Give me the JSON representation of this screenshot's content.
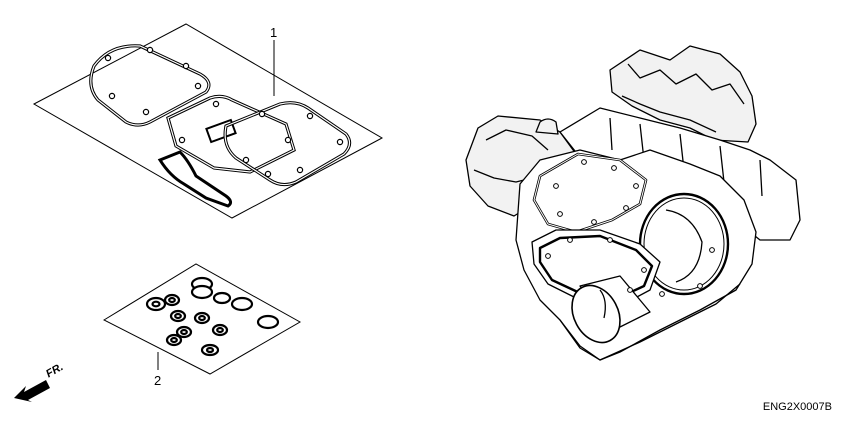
{
  "callouts": {
    "gasket_sheet": "1",
    "oring_sheet": "2"
  },
  "front_marker": "FR.",
  "diagram_code": "ENG2X0007B",
  "colors": {
    "ink": "#000000",
    "paper": "#ffffff",
    "shade": "#f2f2f2"
  }
}
